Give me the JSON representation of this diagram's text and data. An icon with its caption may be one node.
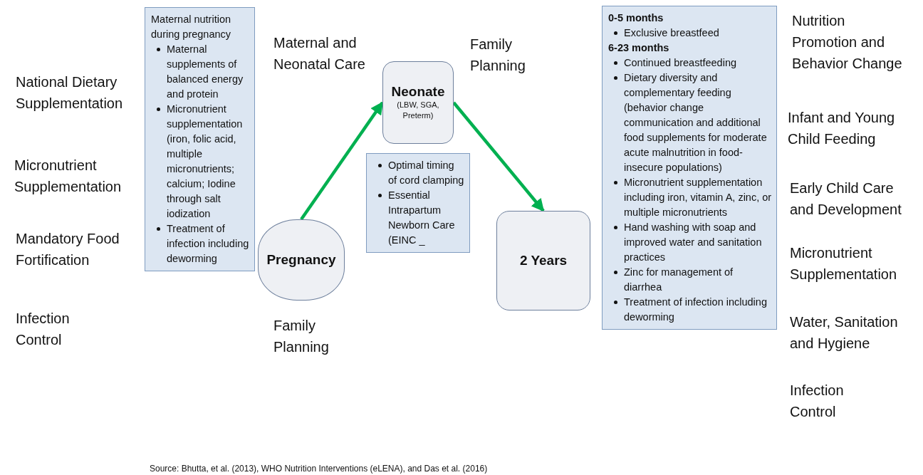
{
  "diagram": {
    "nodes": [
      {
        "text": [
          "Maternal nutrition during pregnancy",
          "Maternal supplements of balanced energy and protein",
          "Micronutrient supplementation (iron, folic acid, multiple micronutrients; calcium; Iodine through salt iodization",
          "Treatment of infection including deworming"
        ]
      },
      {
        "text": [
          "Neonate",
          "(LBW, SGA, Preterm)"
        ]
      },
      {
        "text": [
          "Optimal timing of cord clamping",
          "Essential Intrapartum Newborn Care (EINC _"
        ]
      },
      {
        "text": [
          "Pregnancy"
        ]
      },
      {
        "text": [
          "2 Years"
        ]
      },
      {
        "text": [
          "0-5 months",
          "Exclusive breastfeed",
          "6-23 months",
          "Continued breastfeeding",
          "Dietary diversity and complementary feeding (behavior change communication and additional food supplements for moderate acute malnutrition in food-insecure populations)",
          "Micronutrient supplementation including iron, vitamin A, zinc, or multiple micronutrients",
          "Hand washing with soap and improved water and sanitation practices",
          "Zinc for management of diarrhea",
          "Treatment of infection including deworming"
        ]
      }
    ],
    "edges": [
      {
        "from": 3,
        "to": 1,
        "arrow": "to"
      },
      {
        "from": 1,
        "to": 4,
        "arrow": "to"
      }
    ],
    "labels": [
      "National Dietary Supplementation",
      "Micronutrient Supplementation",
      "Mandatory Food Fortification",
      "Infection Control",
      "Maternal and Neonatal Care",
      "Family Planning",
      "Family Planning",
      "Nutrition Promotion and Behavior Change",
      "Infant and Young Child Feeding",
      "Early Child Care and Development",
      "Micronutrient Supplementation",
      "Water, Sanitation and Hygiene",
      "Infection Control",
      "Source: Bhutta, et al. (2013), WHO Nutrition Interventions (eLENA), and Das et al. (2016)"
    ]
  }
}
